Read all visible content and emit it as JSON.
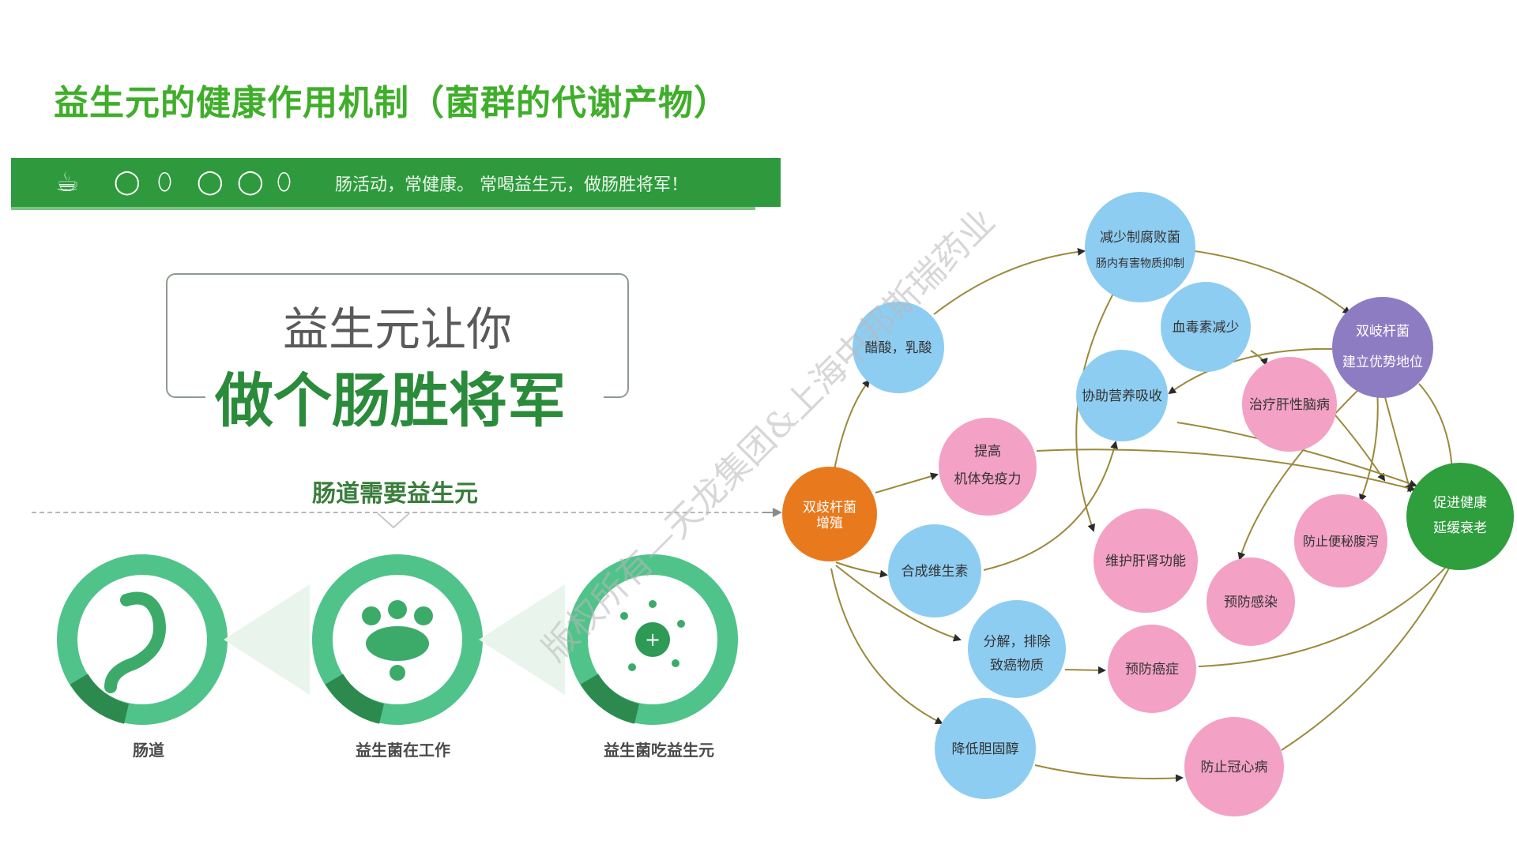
{
  "title": "益生元的健康作用机制（菌群的代谢产物）",
  "banner": {
    "text": "肠活动，常健康。  常喝益生元，做肠胜将军！",
    "icons": [
      "coffee-cup-icon",
      "circle-icon",
      "oval-icon",
      "ring-icon",
      "round-icon",
      "bean-icon"
    ]
  },
  "promo": {
    "line1": "益生元让你",
    "line2": "做个肠胜将军"
  },
  "need_label": "肠道需要益生元",
  "cycles": [
    {
      "label": "肠道",
      "icon": "stomach-icon"
    },
    {
      "label": "益生菌在工作",
      "icon": "bacteria-icon"
    },
    {
      "label": "益生菌吃益生元",
      "icon": "shield-icon"
    }
  ],
  "watermark": "版权所有—天龙集团&上海中邦斯瑞药业",
  "colors": {
    "green": "#3fae2a",
    "blue": "#8ecdf2",
    "pink": "#f3a1c4",
    "orange": "#e9791d",
    "purple": "#8e7cc3",
    "dark_green": "#2f9e3c",
    "arrow": "#9a8a3a"
  },
  "nodes": {
    "start": {
      "l1": "双歧杆菌",
      "l2": "增殖"
    },
    "acid": {
      "l1": "醋酸，乳酸"
    },
    "reduce": {
      "l1": "减少制腐败菌",
      "l2": "肠内有害物质抑制"
    },
    "toxin": {
      "l1": "血毒素减少"
    },
    "bifido": {
      "l1": "双岐杆菌",
      "l2": "建立优势地位"
    },
    "absorb": {
      "l1": "协助营养吸收"
    },
    "liver": {
      "l1": "治疗肝性脑病"
    },
    "immune": {
      "l1": "提高",
      "l2": "机体免疫力"
    },
    "vitamin": {
      "l1": "合成维生素"
    },
    "kidney": {
      "l1": "维护肝肾功能"
    },
    "constip": {
      "l1": "防止便秘腹泻"
    },
    "health": {
      "l1": "促进健康",
      "l2": "延缓衰老"
    },
    "infect": {
      "l1": "预防感染"
    },
    "decomp": {
      "l1": "分解，排除",
      "l2": "致癌物质"
    },
    "cancer": {
      "l1": "预防癌症"
    },
    "chol": {
      "l1": "降低胆固醇"
    },
    "heart": {
      "l1": "防止冠心病"
    }
  }
}
